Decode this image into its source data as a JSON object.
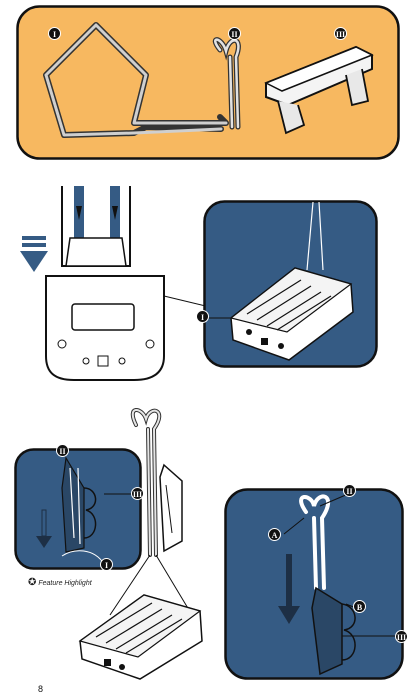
{
  "parts_panel": {
    "parts": [
      {
        "badge": "I"
      },
      {
        "badge": "II"
      },
      {
        "badge": "III"
      }
    ]
  },
  "step1": {
    "callout_badge": "I"
  },
  "step2": {
    "left_callout": {
      "badges": [
        "II",
        "III",
        "I"
      ]
    },
    "feature_star": "✪",
    "feature_label": "Feature Highlight",
    "right_callout": {
      "badges": [
        "II",
        "A",
        "B",
        "III"
      ]
    }
  },
  "footer": {
    "page_number": "8"
  },
  "colors": {
    "panel_orange": "#f7b860",
    "panel_blue": "#355b84",
    "outline": "#111111"
  }
}
